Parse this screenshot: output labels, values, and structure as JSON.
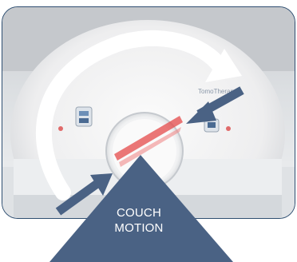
{
  "gantry": {
    "brand_text": "TomoTherapy"
  },
  "couch_label": {
    "line1": "COUCH",
    "line2": "MOTION"
  },
  "colors": {
    "frame_border": "#2f4f71",
    "arrow_blue": "#4a6284",
    "beam_red": "#e44a4a",
    "rotation_arrow": "#ffffff"
  },
  "icons": [
    "rotation-arrow-icon",
    "beam-direction-arrow-icon",
    "couch-motion-arrow-icon"
  ]
}
